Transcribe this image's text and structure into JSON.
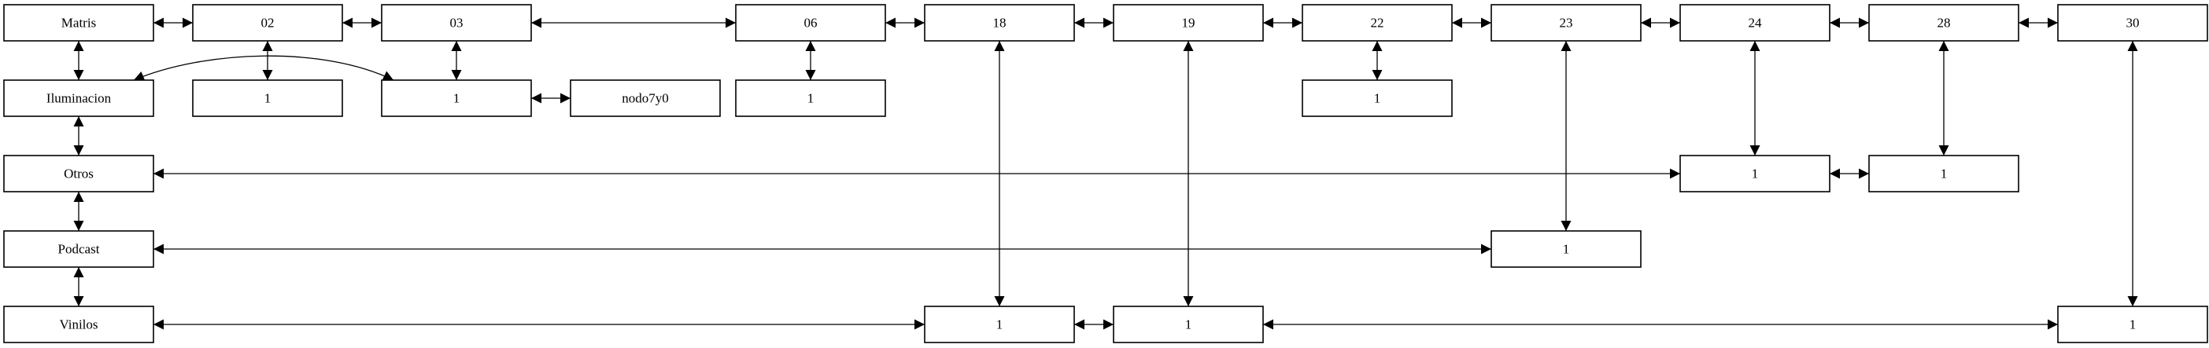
{
  "nodes": [
    {
      "id": "matris",
      "label": "Matris"
    },
    {
      "id": "n02",
      "label": "02"
    },
    {
      "id": "n03",
      "label": "03"
    },
    {
      "id": "n06",
      "label": "06"
    },
    {
      "id": "n18",
      "label": "18"
    },
    {
      "id": "n19",
      "label": "19"
    },
    {
      "id": "n22",
      "label": "22"
    },
    {
      "id": "n23",
      "label": "23"
    },
    {
      "id": "n24",
      "label": "24"
    },
    {
      "id": "n28",
      "label": "28"
    },
    {
      "id": "n30",
      "label": "30"
    },
    {
      "id": "iluminacion",
      "label": "Iluminacion"
    },
    {
      "id": "c02",
      "label": "1"
    },
    {
      "id": "c03",
      "label": "1"
    },
    {
      "id": "nodo7y0",
      "label": "nodo7y0"
    },
    {
      "id": "c06",
      "label": "1"
    },
    {
      "id": "c22",
      "label": "1"
    },
    {
      "id": "otros",
      "label": "Otros"
    },
    {
      "id": "c24",
      "label": "1"
    },
    {
      "id": "c28",
      "label": "1"
    },
    {
      "id": "podcast",
      "label": "Podcast"
    },
    {
      "id": "c23",
      "label": "1"
    },
    {
      "id": "vinilos",
      "label": "Vinilos"
    },
    {
      "id": "c18",
      "label": "1"
    },
    {
      "id": "c19",
      "label": "1"
    },
    {
      "id": "c30",
      "label": "1"
    }
  ],
  "edges": [
    {
      "from": "matris",
      "to": "n02"
    },
    {
      "from": "n02",
      "to": "n03"
    },
    {
      "from": "n03",
      "to": "n06"
    },
    {
      "from": "n06",
      "to": "n18"
    },
    {
      "from": "n18",
      "to": "n19"
    },
    {
      "from": "n19",
      "to": "n22"
    },
    {
      "from": "n22",
      "to": "n23"
    },
    {
      "from": "n23",
      "to": "n24"
    },
    {
      "from": "n24",
      "to": "n28"
    },
    {
      "from": "n28",
      "to": "n30"
    },
    {
      "from": "matris",
      "to": "iluminacion"
    },
    {
      "from": "iluminacion",
      "to": "otros"
    },
    {
      "from": "otros",
      "to": "podcast"
    },
    {
      "from": "podcast",
      "to": "vinilos"
    },
    {
      "from": "n02",
      "to": "c02"
    },
    {
      "from": "n03",
      "to": "c03"
    },
    {
      "from": "iluminacion",
      "to": "c03"
    },
    {
      "from": "c03",
      "to": "nodo7y0"
    },
    {
      "from": "n06",
      "to": "c06"
    },
    {
      "from": "n22",
      "to": "c22"
    },
    {
      "from": "n24",
      "to": "c24"
    },
    {
      "from": "n28",
      "to": "c28"
    },
    {
      "from": "otros",
      "to": "c24"
    },
    {
      "from": "c24",
      "to": "c28"
    },
    {
      "from": "n23",
      "to": "c23"
    },
    {
      "from": "podcast",
      "to": "c23"
    },
    {
      "from": "n18",
      "to": "c18"
    },
    {
      "from": "n19",
      "to": "c19"
    },
    {
      "from": "n30",
      "to": "c30"
    },
    {
      "from": "vinilos",
      "to": "c18"
    },
    {
      "from": "c18",
      "to": "c19"
    },
    {
      "from": "c19",
      "to": "c30"
    }
  ]
}
